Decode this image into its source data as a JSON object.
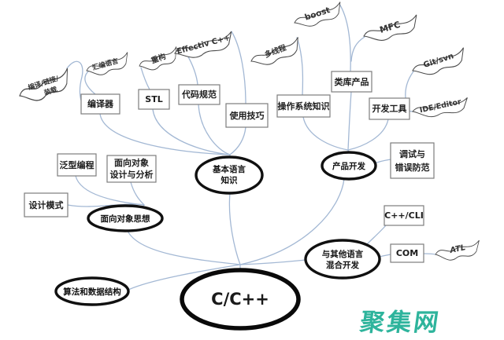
{
  "center": {
    "label": "C/C++"
  },
  "ellipses": {
    "basic_knowledge": {
      "line1": "基本语言",
      "line2": "知识"
    },
    "product_dev": {
      "label": "产品开发"
    },
    "oop_thinking": {
      "label": "面向对象思想"
    },
    "algorithms": {
      "label": "算法和数据结构"
    },
    "mixed_dev": {
      "line1": "与其他语言",
      "line2": "混合开发"
    }
  },
  "boxes": {
    "compiler": {
      "label": "编译器"
    },
    "stl": {
      "label": "STL"
    },
    "code_standard": {
      "label": "代码规范"
    },
    "usage_tips": {
      "label": "使用技巧"
    },
    "os_knowledge": {
      "label": "操作系统知识"
    },
    "class_library": {
      "label": "类库产品"
    },
    "dev_tools": {
      "label": "开发工具"
    },
    "debugging": {
      "line1": "调试与",
      "line2": "错误防范"
    },
    "generic_programming": {
      "label": "泛型编程"
    },
    "ooad": {
      "line1": "面向对象",
      "line2": "设计与分析"
    },
    "design_patterns": {
      "label": "设计模式"
    },
    "cpp_cli": {
      "label": "C++/CLI"
    },
    "com": {
      "label": "COM"
    }
  },
  "flags": {
    "compile_link_load": {
      "line1": "编译/链接/",
      "line2": "装载"
    },
    "assembly": {
      "label": "汇编语言"
    },
    "refactoring": {
      "label": "重构"
    },
    "effective_cpp": {
      "label": "Effectiv C++"
    },
    "multithreading": {
      "label": "多线程"
    },
    "boost": {
      "label": "boost"
    },
    "mfc": {
      "label": "MFC"
    },
    "git_svn": {
      "label": "Git/svn"
    },
    "ide_editor": {
      "label": "IDE/Editor"
    },
    "atl": {
      "label": "ATL"
    }
  },
  "watermark": {
    "text": "聚集网",
    "color": "#2eb49c"
  },
  "colors": {
    "line": "#a3b8d4",
    "center_fill": "#dce3ef",
    "box_border": "#7d7d7d",
    "ellipse_border": "#101010",
    "flag_border": "#4a4a4a"
  }
}
